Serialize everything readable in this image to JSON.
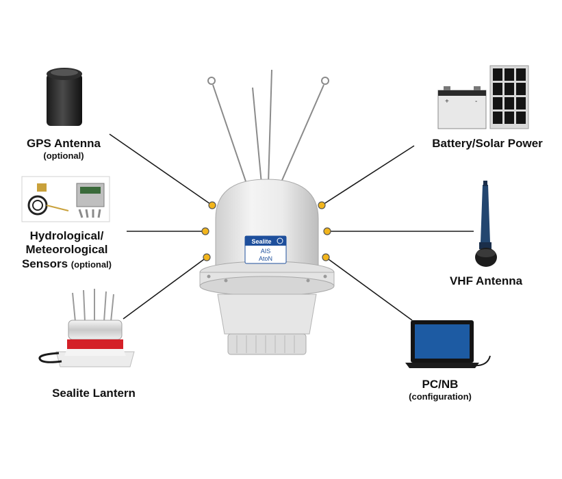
{
  "colors": {
    "connector_dot": "#f2b51c",
    "line": "#1a1a1a",
    "badge": "#1e4f9c",
    "laptop_screen": "#1d5ba3",
    "lantern_band": "#d42027",
    "antenna_blue": "#23466f"
  },
  "hub": {
    "badge_brand": "Sealite",
    "badge_line1": "AIS",
    "badge_line2": "AtoN"
  },
  "components": {
    "gps": {
      "title": "GPS Antenna",
      "note": "(optional)"
    },
    "sensors": {
      "line1": "Hydrological/",
      "line2": "Meteorological",
      "line3": "Sensors",
      "note": "(optional)"
    },
    "lantern": {
      "title": "Sealite Lantern"
    },
    "power": {
      "title": "Battery/Solar Power"
    },
    "vhf": {
      "title": "VHF Antenna"
    },
    "pc": {
      "title": "PC/NB",
      "note": "(configuration)"
    }
  }
}
